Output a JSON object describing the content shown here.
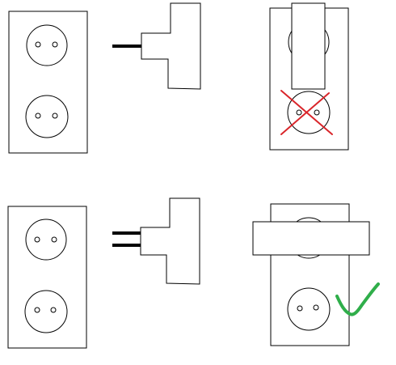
{
  "diagram": {
    "colors": {
      "background": "#ffffff",
      "line": "#000000",
      "cross": "#d9252a",
      "check": "#2fae4a"
    },
    "top_row": {
      "outlet": {
        "sockets": 2
      },
      "adapter": {
        "prongs": 1,
        "orientation": "vertical"
      },
      "result": {
        "status": "blocked",
        "mark": "cross"
      }
    },
    "bottom_row": {
      "outlet": {
        "sockets": 2
      },
      "adapter": {
        "prongs": 2,
        "orientation": "horizontal"
      },
      "result": {
        "status": "fits",
        "mark": "check"
      }
    }
  }
}
